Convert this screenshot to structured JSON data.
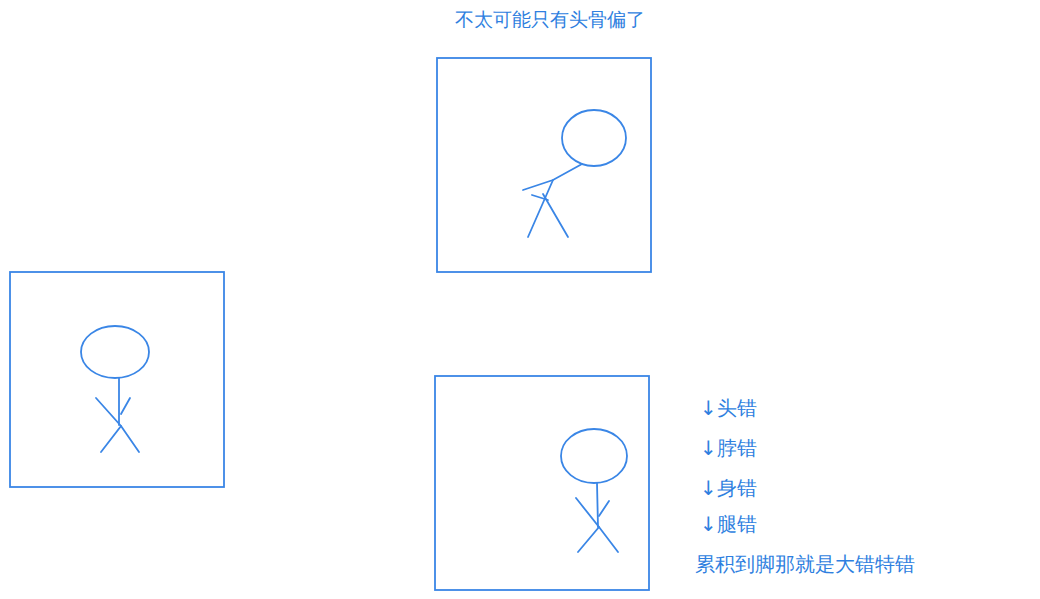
{
  "diagram": {
    "labels": [
      "不太可能只有头骨偏了",
      "↓头错",
      "↓脖错",
      "↓身错",
      "↓腿错",
      "累积到脚那就是大错特错"
    ]
  }
}
